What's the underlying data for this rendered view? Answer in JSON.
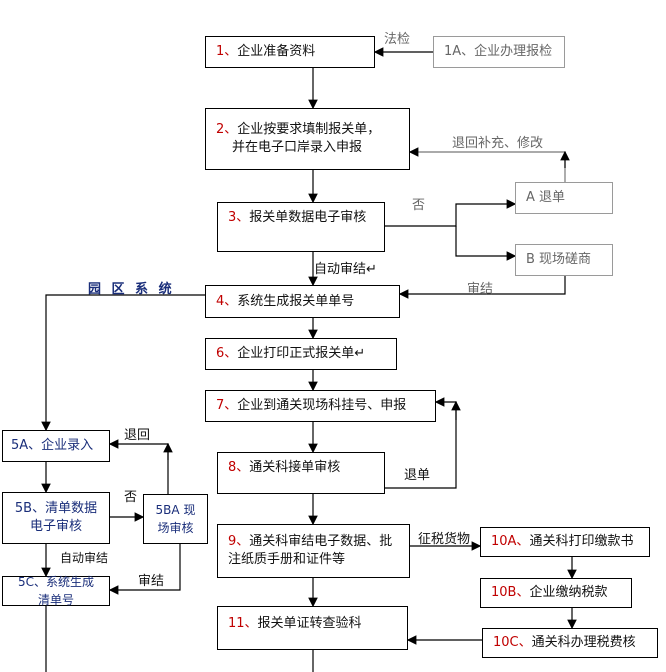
{
  "steps": {
    "s1": {
      "num": "1、",
      "text": "企业准备资料"
    },
    "s1a": {
      "num": "1A、",
      "text": "企业办理报检"
    },
    "s2": {
      "num": "2、",
      "text": "企业按要求填制报关单，",
      "text2": "并在电子口岸录入申报"
    },
    "s3": {
      "num": "3、",
      "text": "报关单数据电子审核"
    },
    "sA": {
      "text": "A 退单"
    },
    "sB": {
      "text": "B 现场磋商"
    },
    "s4": {
      "num": "4、",
      "text": "系统生成报关单单号"
    },
    "s6": {
      "num": "6、",
      "text": "企业打印正式报关单↵"
    },
    "s7": {
      "num": "7、",
      "text": "企业到通关现场科挂号、申报"
    },
    "s8": {
      "num": "8、",
      "text": "通关科接单审核"
    },
    "s9": {
      "num": "9、",
      "text": "通关科审结电子数据、批",
      "text2": "注纸质手册和证件等"
    },
    "s10a": {
      "num": "10A、",
      "text": "通关科打印缴款书"
    },
    "s10b": {
      "num": "10B、",
      "text": "企业缴纳税款"
    },
    "s10c": {
      "num": "10C、",
      "text": "通关科办理税费核"
    },
    "s11": {
      "num": "11、",
      "text": "报关单证转查验科"
    },
    "s5a": {
      "num": "5A、",
      "text": "企业录入"
    },
    "s5b": {
      "text": "5B、清单数据",
      "text2": "电子审核"
    },
    "s5ba": {
      "text": "5BA 现",
      "text2": "场审核"
    },
    "s5c": {
      "text": "5C、系统生成",
      "text2": "清单号"
    }
  },
  "labels": {
    "fajian": "法检",
    "tuihui_buchong": "退回补充、修改",
    "fou": "否",
    "zidong_shenjie": "自动审结↵",
    "yuanqu": "园 区 系 统",
    "shenjie": "审结",
    "tuidan": "退单",
    "zhengshui": "征税货物",
    "tuihui": "退回",
    "fou2": "否",
    "zidong_shenjie2": "自动审结",
    "shenjie2": "审结"
  }
}
